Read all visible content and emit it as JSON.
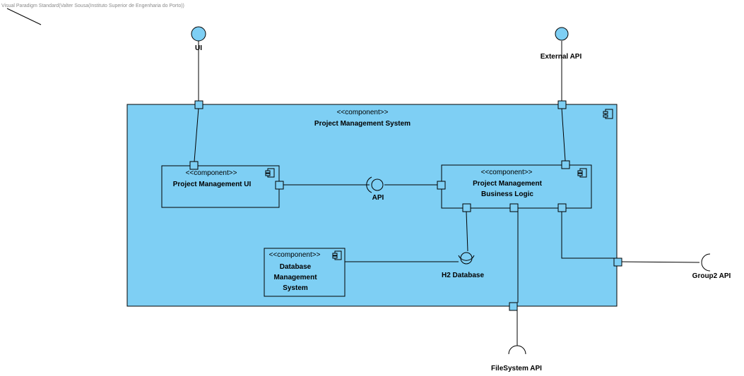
{
  "watermark": "Visual Paradigm Standard(Valter Sousa(Instituto Superior de Engenharia do Porto))",
  "colors": {
    "component_fill": "#7ecff4",
    "line": "#000000",
    "background": "#ffffff"
  },
  "system": {
    "stereotype": "<<component>>",
    "name": "Project Management System"
  },
  "components": {
    "ui": {
      "stereotype": "<<component>>",
      "name": "Project Management UI"
    },
    "business_logic": {
      "stereotype": "<<component>>",
      "name_line1": "Project Management",
      "name_line2": "Business Logic"
    },
    "database": {
      "stereotype": "<<component>>",
      "name_line1": "Database",
      "name_line2": "Management",
      "name_line3": "System"
    }
  },
  "interfaces": {
    "ui": "UI",
    "external_api": "External API",
    "api": "API",
    "h2_database": "H2 Database",
    "group2_api": "Group2 API",
    "filesystem_api": "FileSystem API"
  },
  "icons": [
    "component-icon",
    "provided-interface-icon",
    "required-interface-icon",
    "port-icon"
  ]
}
